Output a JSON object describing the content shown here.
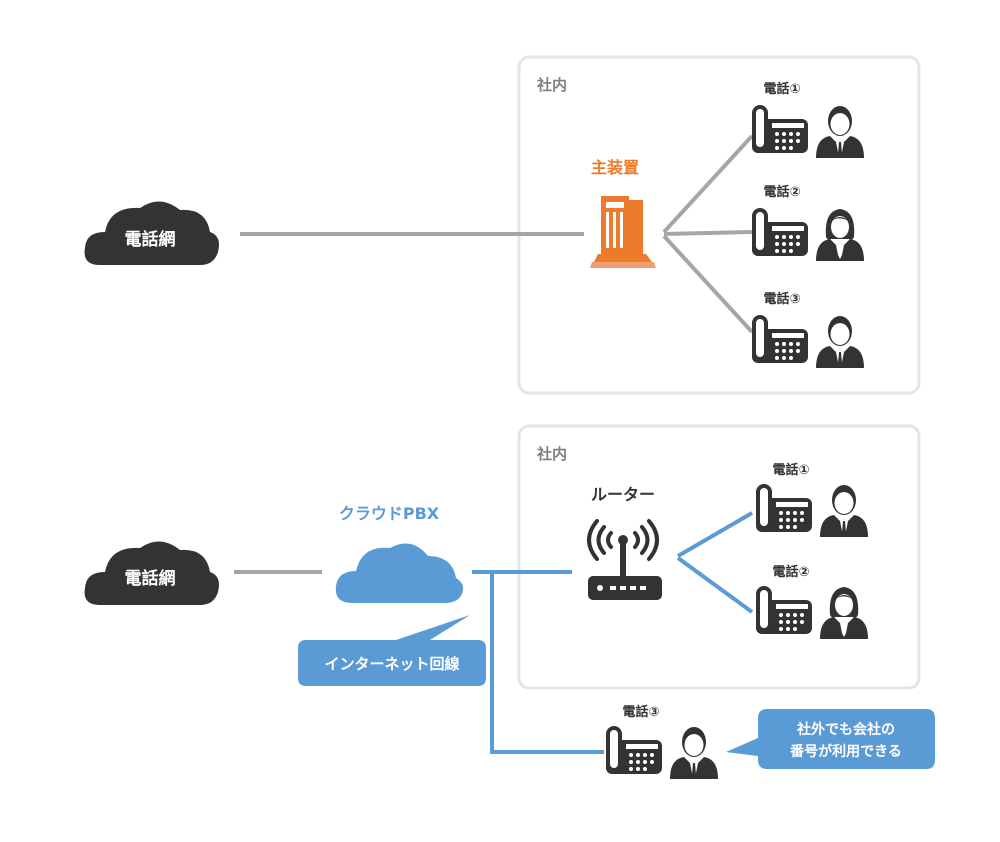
{
  "colors": {
    "dark": "#333333",
    "line_gray": "#a6a6a6",
    "orange": "#ee7a2e",
    "blue": "#5b9bd5",
    "box_border": "#e5e5e5",
    "zone_label": "#808080"
  },
  "top_diagram": {
    "network_label": "電話網",
    "zone_label": "社内",
    "device_label": "主装置",
    "device_icon": "server-icon",
    "phones": [
      {
        "label": "電話①",
        "user": "male"
      },
      {
        "label": "電話②",
        "user": "female"
      },
      {
        "label": "電話③",
        "user": "male"
      }
    ]
  },
  "bottom_diagram": {
    "network_label": "電話網",
    "cloud_label": "クラウドPBX",
    "zone_label": "社内",
    "router_label": "ルーター",
    "router_icon": "wifi-router-icon",
    "internet_callout": "インターネット回線",
    "phones": [
      {
        "label": "電話①",
        "user": "male"
      },
      {
        "label": "電話②",
        "user": "female"
      }
    ],
    "outside_phone": {
      "label": "電話③",
      "user": "male"
    },
    "outside_callout_lines": [
      "社外でも会社の",
      "番号が利用できる"
    ]
  }
}
